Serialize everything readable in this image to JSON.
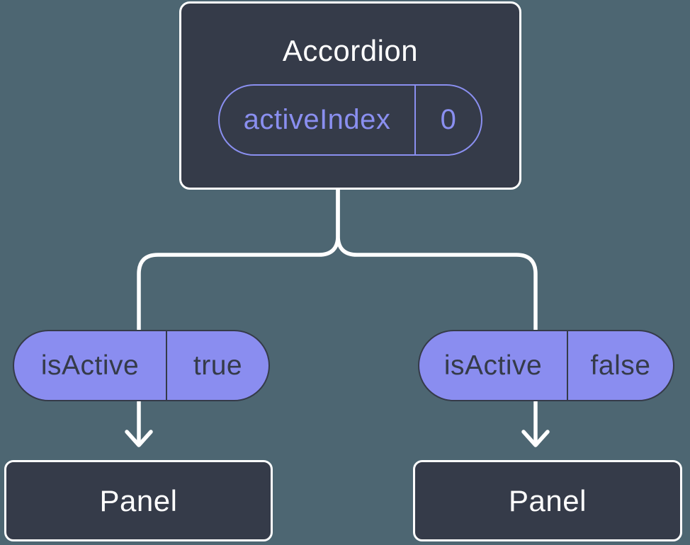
{
  "diagram": {
    "type": "component-tree",
    "colors": {
      "background": "#4d6672",
      "node_fill": "#353b49",
      "node_border": "#ffffff",
      "connector": "#ffffff",
      "pill_fill": "#8a8df0",
      "pill_text": "#353b49",
      "accent_purple": "#8a8ff0"
    },
    "root": {
      "title": "Accordion",
      "state_pill": {
        "label": "activeIndex",
        "value": "0"
      }
    },
    "branches": [
      {
        "prop_pill": {
          "label": "isActive",
          "value": "true"
        },
        "panel": {
          "title": "Panel"
        }
      },
      {
        "prop_pill": {
          "label": "isActive",
          "value": "false"
        },
        "panel": {
          "title": "Panel"
        }
      }
    ]
  }
}
